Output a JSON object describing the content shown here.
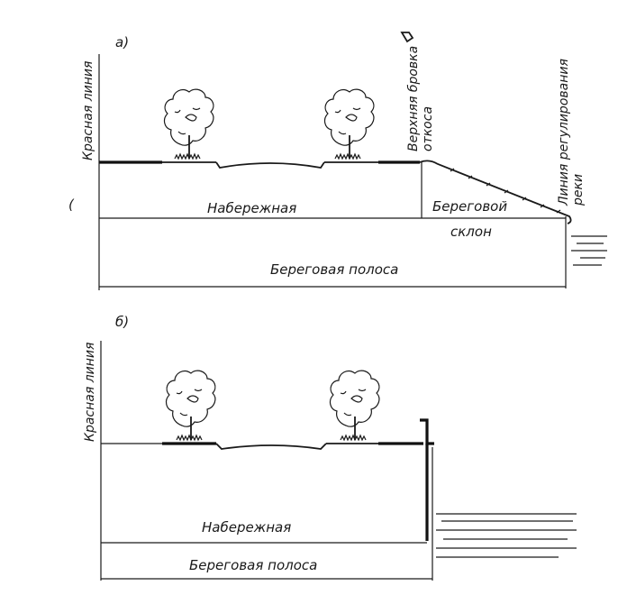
{
  "panel_a": {
    "label": "а)",
    "red_line": "Красная линия",
    "top_edge": "Верхняя бровка откоса",
    "regulation_line": "Линия регулирования реки",
    "embankment": "Набережная",
    "slope_1": "Береговой",
    "slope_2": "склон",
    "shore_strip": "Береговая полоса"
  },
  "panel_b": {
    "label": "б)",
    "red_line": "Красная линия",
    "embankment": "Набережная",
    "shore_strip": "Береговая полоса"
  }
}
